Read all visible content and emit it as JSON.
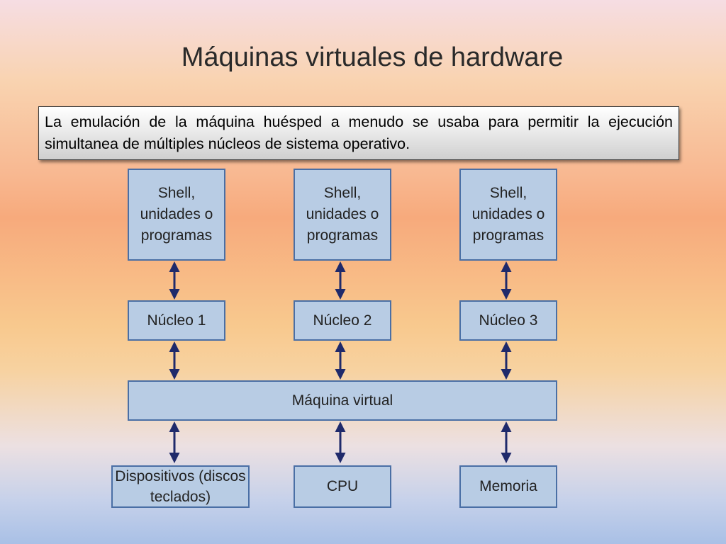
{
  "title": "Máquinas virtuales de hardware",
  "note": "La emulación de la máquina huésped a menudo se usaba para permitir la ejecución simultanea de múltiples núcleos de sistema operativo.",
  "shells": [
    {
      "label": "Shell, unidades o programas"
    },
    {
      "label": "Shell, unidades o programas"
    },
    {
      "label": "Shell, unidades o programas"
    }
  ],
  "kernels": [
    {
      "label": "Núcleo 1"
    },
    {
      "label": "Núcleo 2"
    },
    {
      "label": "Núcleo 3"
    }
  ],
  "virtual_machine": {
    "label": "Máquina virtual"
  },
  "hardware": [
    {
      "label": "Dispositivos (discos teclados)"
    },
    {
      "label": "CPU"
    },
    {
      "label": "Memoria"
    }
  ],
  "colors": {
    "box_fill": "#b8cce4",
    "box_border": "#4a6fa5",
    "arrow": "#1f2a6b"
  }
}
